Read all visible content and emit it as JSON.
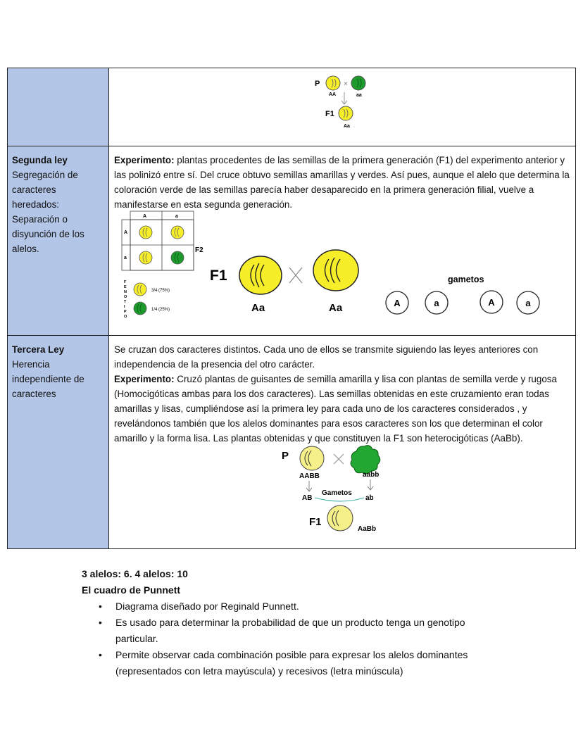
{
  "row1": {
    "diagram": {
      "p": "P",
      "x": "×",
      "aa_big": "AA",
      "aa_small": "aa",
      "f1": "F1",
      "f1_geno": "Aa"
    }
  },
  "row2": {
    "title": "Segunda ley",
    "subtitle": "Segregación de caracteres heredados: Separación o disyunción de los alelos.",
    "exp_label": "Experimento:",
    "text": " plantas procedentes de las semillas de la primera generación (F1) del experimento anterior y las polinizó entre sí. Del cruce obtuvo semillas amarillas y verdes. Así pues, aunque el alelo que determina la coloración verde de las semillas parecía haber desaparecido en la primera generación filial, vuelve a manifestarse en esta segunda generación.",
    "punnett": {
      "col_a1": "A",
      "col_a2": "a",
      "row_a1": "A",
      "row_a2": "a",
      "f2": "F2",
      "fenotipo": [
        "F",
        "E",
        "N",
        "O",
        "T",
        "I",
        "P",
        "O"
      ],
      "yellow_ratio": "3/4 (75%)",
      "green_ratio": "1/4 (25%)"
    },
    "cross": {
      "f1": "F1",
      "x": "×",
      "geno1": "Aa",
      "geno2": "Aa"
    },
    "gametes": {
      "label": "gametos",
      "items": [
        "A",
        "a",
        "A",
        "a"
      ]
    }
  },
  "row3": {
    "title": "Tercera Ley",
    "subtitle": "Herencia independiente de caracteres",
    "intro": "Se cruzan dos caracteres distintos. Cada uno de ellos se transmite siguiendo las leyes anteriores con independencia de la presencia del otro carácter.",
    "exp_label": "Experimento:",
    "text": " Cruzó plantas de guisantes de semilla amarilla y lisa con plantas de semilla verde y rugosa (Homocigóticas ambas para los dos caracteres). Las semillas obtenidas en este cruzamiento eran todas amarillas y lisas, cumpliéndose así la primera ley para cada uno de los caracteres considerados , y revelándonos también que los alelos dominantes para esos caracteres son los que determinan el color amarillo y la forma lisa. Las plantas obtenidas y que constituyen la F1 son heterocigóticas (AaBb).",
    "diagram": {
      "p": "P",
      "x": "×",
      "geno1": "AABB",
      "geno2": "aabb",
      "gam1": "AB",
      "gam_label": "Gametos",
      "gam2": "ab",
      "f1": "F1",
      "f1_geno": "AaBb"
    }
  },
  "below": {
    "heading1": "3 alelos: 6. 4 alelos: 10",
    "heading2": "El cuadro de Punnett",
    "bullet": "•",
    "bullets": [
      "Diagrama diseñado por Reginald Punnett.",
      "Es usado para determinar la probabilidad de que un producto tenga un genotipo particular.",
      "Permite observar cada combinación posible para expresar los alelos dominantes (representados con letra mayúscula) y recesivos (letra minúscula)"
    ]
  },
  "colors": {
    "label_bg": "#b4c6e7",
    "yellow": "#f7ee2a",
    "green": "#1c9a2c",
    "border": "#222222"
  }
}
